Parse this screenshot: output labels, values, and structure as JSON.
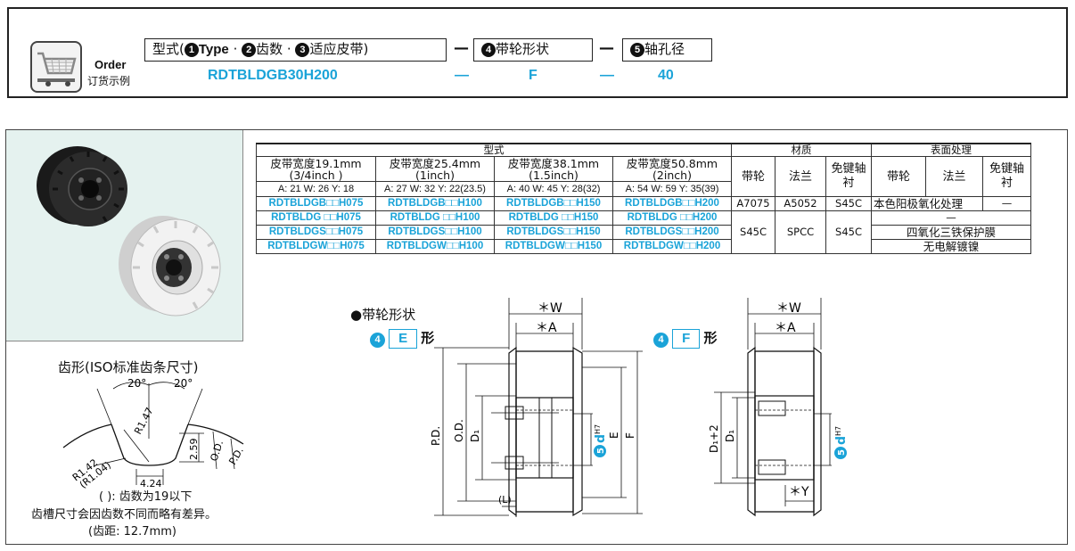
{
  "order": {
    "label_en": "Order",
    "label_cn": "订货示例",
    "box1_text": "型式",
    "box1_paren_open": "(",
    "box1_n1": "1",
    "box1_type": "Type",
    "box1_dot": "·",
    "box1_n2": "2",
    "box1_teeth": "齿数",
    "box1_n3": "3",
    "box1_belt": "适应皮带",
    "box1_paren_close": ")",
    "dash": "—",
    "box2_n": "4",
    "box2_text": "带轮形状",
    "box3_n": "5",
    "box3_text": "轴孔径",
    "ex_model": "RDTBLDGB30H200",
    "ex_dash": "—",
    "ex_shape": "F",
    "ex_bore": "40"
  },
  "table": {
    "h_type": "型式",
    "h_material": "材质",
    "h_surface": "表面处理",
    "belt_cols": [
      {
        "w": "皮带宽度19.1mm",
        "inch": "(3/4inch )",
        "dims": "A: 21  W: 26  Y: 18"
      },
      {
        "w": "皮带宽度25.4mm",
        "inch": "(1inch)",
        "dims": "A: 27  W: 32  Y: 22(23.5)"
      },
      {
        "w": "皮带宽度38.1mm",
        "inch": "(1.5inch)",
        "dims": "A: 40  W: 45  Y: 28(32)"
      },
      {
        "w": "皮带宽度50.8mm",
        "inch": "(2inch)",
        "dims": "A: 54  W: 59  Y: 35(39)"
      }
    ],
    "mat_cols": [
      "带轮",
      "法兰",
      "免键轴衬"
    ],
    "surf_cols": [
      "带轮",
      "法兰",
      "免键轴衬"
    ],
    "rows": [
      {
        "models": [
          "RDTBLDGB□□H075",
          "RDTBLDGB□□H100",
          "RDTBLDGB□□H150",
          "RDTBLDGB□□H200"
        ]
      },
      {
        "models": [
          "RDTBLDG □□H075",
          "RDTBLDG □□H100",
          "RDTBLDG □□H150",
          "RDTBLDG □□H200"
        ]
      },
      {
        "models": [
          "RDTBLDGS□□H075",
          "RDTBLDGS□□H100",
          "RDTBLDGS□□H150",
          "RDTBLDGS□□H200"
        ]
      },
      {
        "models": [
          "RDTBLDGW□□H075",
          "RDTBLDGW□□H100",
          "RDTBLDGW□□H150",
          "RDTBLDGW□□H200"
        ]
      }
    ],
    "mat_r1": [
      "A7075",
      "A5052",
      "S45C"
    ],
    "mat_rest": [
      "S45C",
      "SPCC",
      "S45C"
    ],
    "surf_r1": "本色阳极氧化处理",
    "surf_r1_key": "—",
    "surf_r2": "—",
    "surf_r3": "四氧化三铁保护膜",
    "surf_r4": "无电解镀镍"
  },
  "tooth": {
    "title": "齿形(ISO标准齿条尺寸)",
    "angle1": "20°",
    "angle2": "20°",
    "r147": "R1.47",
    "r142": "R1.42",
    "r104": "(R1.04)",
    "d259": "2.59",
    "od": "O.D.",
    "pd": "P.D.",
    "d424": "4.24",
    "note1": "(    ):  齿数为19以下",
    "note2": "齿槽尺寸会因齿数不同而略有差异。",
    "note3": "(齿距:  12.7mm)"
  },
  "shape": {
    "title": "●带轮形状",
    "e_n": "4",
    "e_tag": "E",
    "e_suffix": "形",
    "f_n": "4",
    "f_tag": "F",
    "f_suffix": "形",
    "w": "＊W",
    "a": "＊A",
    "y": "＊Y",
    "pd": "P.D.",
    "od": "O.D.",
    "d1": "D₁",
    "d1p2": "D₁+2",
    "e": "E",
    "f": "F",
    "l": "(L)",
    "dh7_n": "5",
    "dh7_d": "d",
    "dh7_sub": "H7"
  },
  "colors": {
    "accent": "#1aa3d8",
    "photo_bg": "#e5f2ef"
  }
}
